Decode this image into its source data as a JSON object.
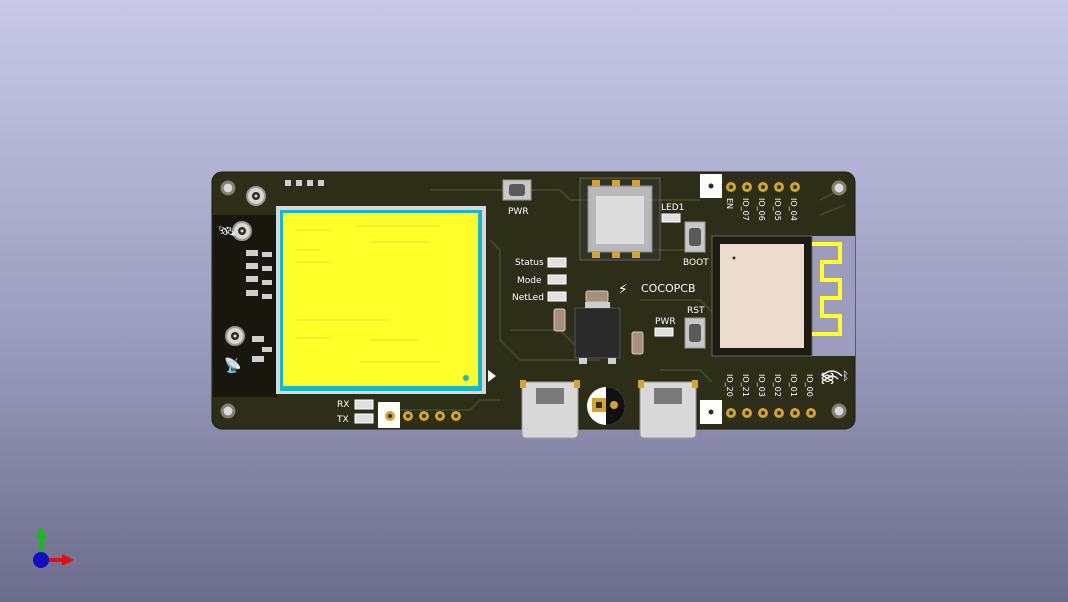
{
  "viewer": {
    "background_top": "#c8c8e6",
    "background_bottom": "#6c6c8c",
    "axes_icon": "xyz-axes-icon"
  },
  "board": {
    "color": "#2c2e17",
    "module_color": "#ffff2a",
    "esp_module_color": "#ecdcd0",
    "brand": "COCOPCB",
    "labels": {
      "pwr_button": "PWR",
      "led1": "LED1",
      "boot": "BOOT",
      "rst": "RST",
      "pwr_led": "PWR",
      "status": "Status",
      "mode": "Mode",
      "netled": "NetLed",
      "rx": "RX",
      "tx": "TX"
    },
    "top_header_pins": [
      "EN",
      "IO_07",
      "IO_06",
      "IO_05",
      "IO_04"
    ],
    "bottom_header_pins": [
      "IO_20",
      "IO_21",
      "IO_03",
      "IO_02",
      "IO_01",
      "IO_00"
    ]
  }
}
